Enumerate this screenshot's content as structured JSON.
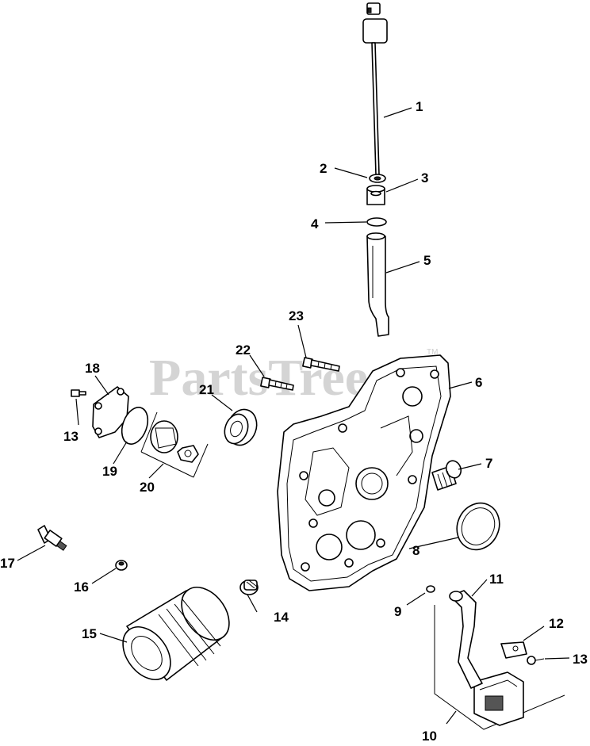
{
  "watermark": {
    "text": "PartsTree",
    "trademark": "TM"
  },
  "callouts": {
    "c1": "1",
    "c2": "2",
    "c3": "3",
    "c4": "4",
    "c5": "5",
    "c6": "6",
    "c7": "7",
    "c8": "8",
    "c9": "9",
    "c10": "10",
    "c11": "11",
    "c12": "12",
    "c13a": "13",
    "c13b": "13",
    "c14": "14",
    "c15": "15",
    "c16": "16",
    "c17": "17",
    "c18": "18",
    "c19": "19",
    "c20": "20",
    "c21": "21",
    "c22": "22",
    "c23": "23"
  }
}
